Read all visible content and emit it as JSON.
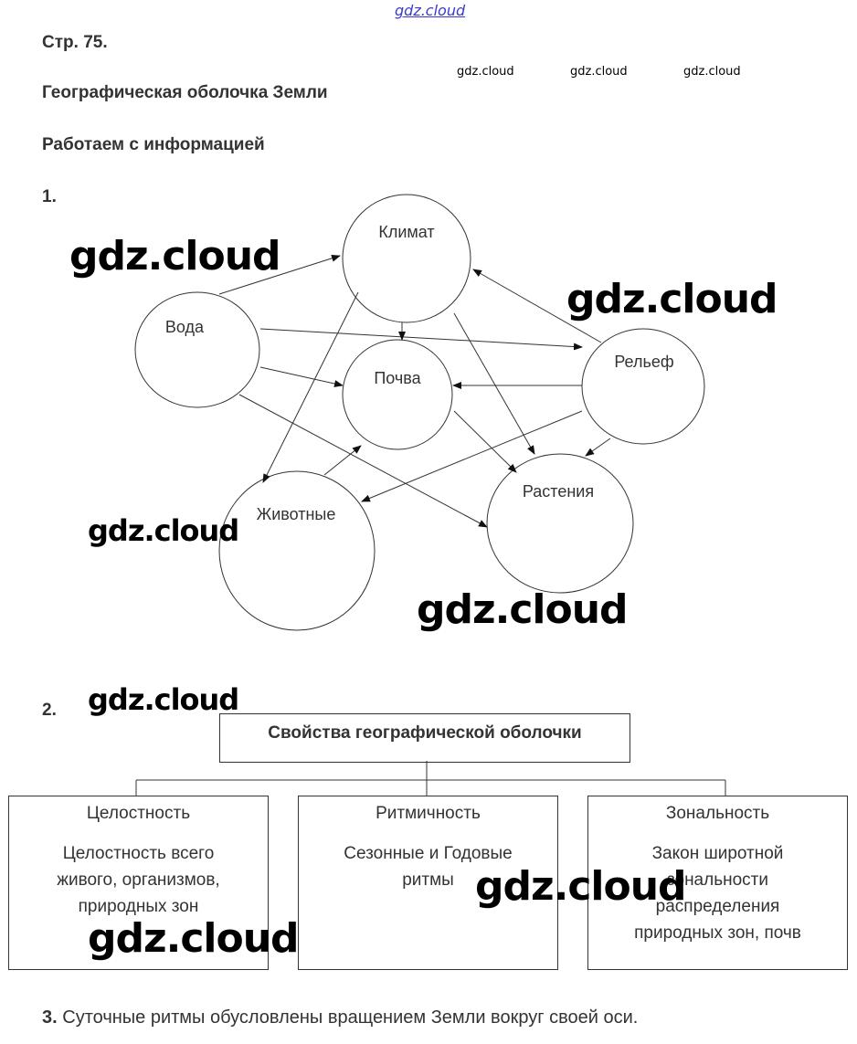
{
  "header": {
    "page": "Стр. 75.",
    "title": "Географическая оболочка Земли",
    "subtitle": "Работаем с информацией"
  },
  "task1": {
    "number": "1.",
    "nodes": {
      "climate": "Климат",
      "water": "Вода",
      "soil": "Почва",
      "relief": "Рельеф",
      "plants": "Растения",
      "animals": "Животные"
    }
  },
  "task2": {
    "number": "2.",
    "root": "Свойства географической оболочки",
    "boxes": [
      {
        "title": "Целостность",
        "text": "Целостность всего живого, организмов, природных зон"
      },
      {
        "title": "Ритмичность",
        "text": "Сезонные и Годовые ритмы"
      },
      {
        "title": "Зональность",
        "text": "Закон широтной зональности распределения природных зон, почв"
      }
    ]
  },
  "task3": {
    "number": "3.",
    "text": "Суточные ритмы обусловлены вращением Земли вокруг своей оси."
  },
  "watermarks": {
    "text": "gdz.cloud"
  }
}
